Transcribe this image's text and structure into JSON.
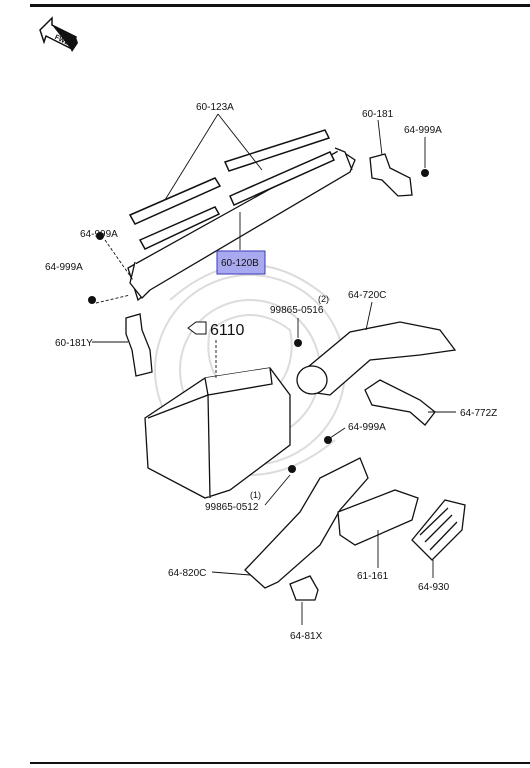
{
  "header": {
    "fwd_badge": "FWD"
  },
  "parts": {
    "p60_123A": "60-123A",
    "p60_181": "60-181",
    "p64_999A_top": "64-999A",
    "p64_999A_left1": "64-999A",
    "p64_999A_left2": "64-999A",
    "p60_120B": "60-120B",
    "p60_181Y": "60-181Y",
    "p99865_0516": "99865-0516",
    "qty_2": "(2)",
    "p64_720C": "64-720C",
    "ref_6110": "6110",
    "p64_772Z": "64-772Z",
    "p64_999A_mid": "64-999A",
    "qty_1": "(1)",
    "p99865_0512": "99865-0512",
    "p64_820C": "64-820C",
    "p61_161": "61-161",
    "p64_930": "64-930",
    "p64_81X": "64-81X"
  },
  "colors": {
    "line": "#111111",
    "highlight_fill": "#a9a9f0",
    "highlight_stroke": "#3a3ab8",
    "watermark": "#dcdcdc"
  }
}
